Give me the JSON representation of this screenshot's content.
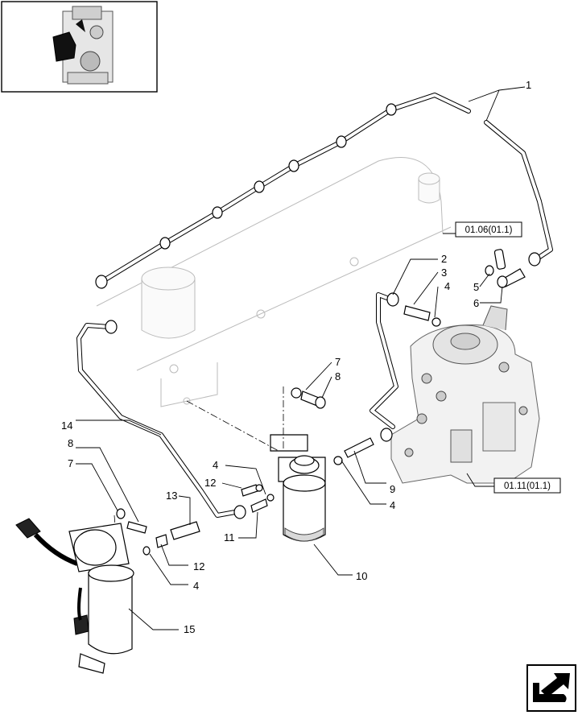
{
  "callouts": [
    "1",
    "2",
    "3",
    "4",
    "5",
    "6",
    "7",
    "8",
    "9",
    "10",
    "11",
    "12",
    "13",
    "14",
    "15"
  ],
  "labels": {
    "l1": "1",
    "l2": "2",
    "l3": "3",
    "l4a": "4",
    "l5": "5",
    "l6": "6",
    "l7a": "7",
    "l8a": "8",
    "l14": "14",
    "l8b": "8",
    "l7b": "7",
    "l4b": "4",
    "l12a": "12",
    "l13": "13",
    "l11": "11",
    "l9": "9",
    "l4c": "4",
    "l12b": "12",
    "l4d": "4",
    "l10": "10",
    "l15": "15"
  },
  "references": {
    "ref_top": "01.06(01.1)",
    "ref_pump": "01.11(01.1)"
  },
  "icons": {
    "thumbnail": "engine-thumbnail-icon",
    "nav": "next-page-arrow-icon"
  }
}
